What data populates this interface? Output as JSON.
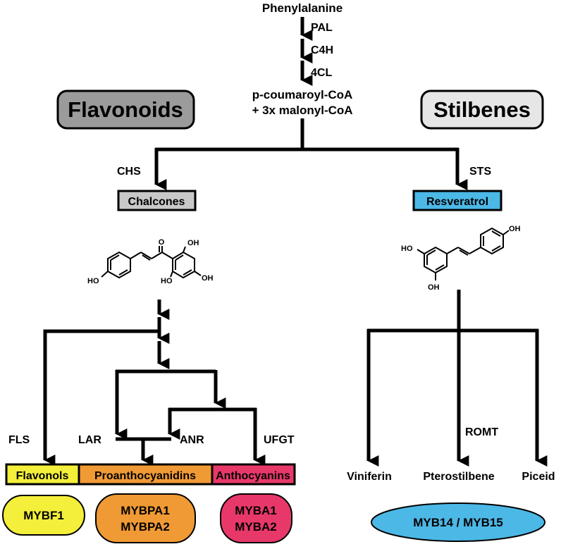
{
  "top": {
    "start": "Phenylalanine",
    "enzymes": [
      "PAL",
      "C4H",
      "4CL"
    ],
    "precursor_line1": "p-coumaroyl-CoA",
    "precursor_line2": "+ 3x malonyl-CoA"
  },
  "branches": {
    "flavonoids_label": "Flavonoids",
    "stilbenes_label": "Stilbenes",
    "chs": "CHS",
    "sts": "STS",
    "chalcones": "Chalcones",
    "resveratrol": "Resveratrol"
  },
  "chalcone_structure": {
    "carbonyl": "O",
    "oh1": "OH",
    "oh2": "HO",
    "oh3": "HO",
    "oh4": "OH"
  },
  "resveratrol_structure": {
    "oh1": "OH",
    "oh2": "HO",
    "oh3": "OH"
  },
  "enzymes": {
    "fls": "FLS",
    "lar": "LAR",
    "anr": "ANR",
    "ufgt": "UFGT",
    "romt": "ROMT"
  },
  "products": {
    "flavonols": "Flavonols",
    "proanthocyanidins": "Proanthocyanidins",
    "anthocyanins": "Anthocyanins",
    "viniferin": "Viniferin",
    "pterostilbene": "Pterostilbene",
    "piceid": "Piceid"
  },
  "regulators": {
    "mybf": "MYBF1",
    "mybpa_1": "MYBPA1",
    "mybpa_2": "MYBPA2",
    "myba_1": "MYBA1",
    "myba_2": "MYBA2",
    "myb14_15": "MYB14 / MYB15"
  },
  "colors": {
    "flavonoids_box": "#9b9b9b",
    "stilbenes_box": "#e6e6e6",
    "chalcones_box": "#c8c8c8",
    "resveratrol_box": "#4cb8e6",
    "flavonols": "#f3ef3a",
    "proanthocyanidins": "#f09a35",
    "anthocyanins": "#e8386a",
    "mybf": "#f3ef3a",
    "mybpa": "#f09a35",
    "myba": "#e8386a",
    "myb14_15": "#4cb8e6"
  }
}
